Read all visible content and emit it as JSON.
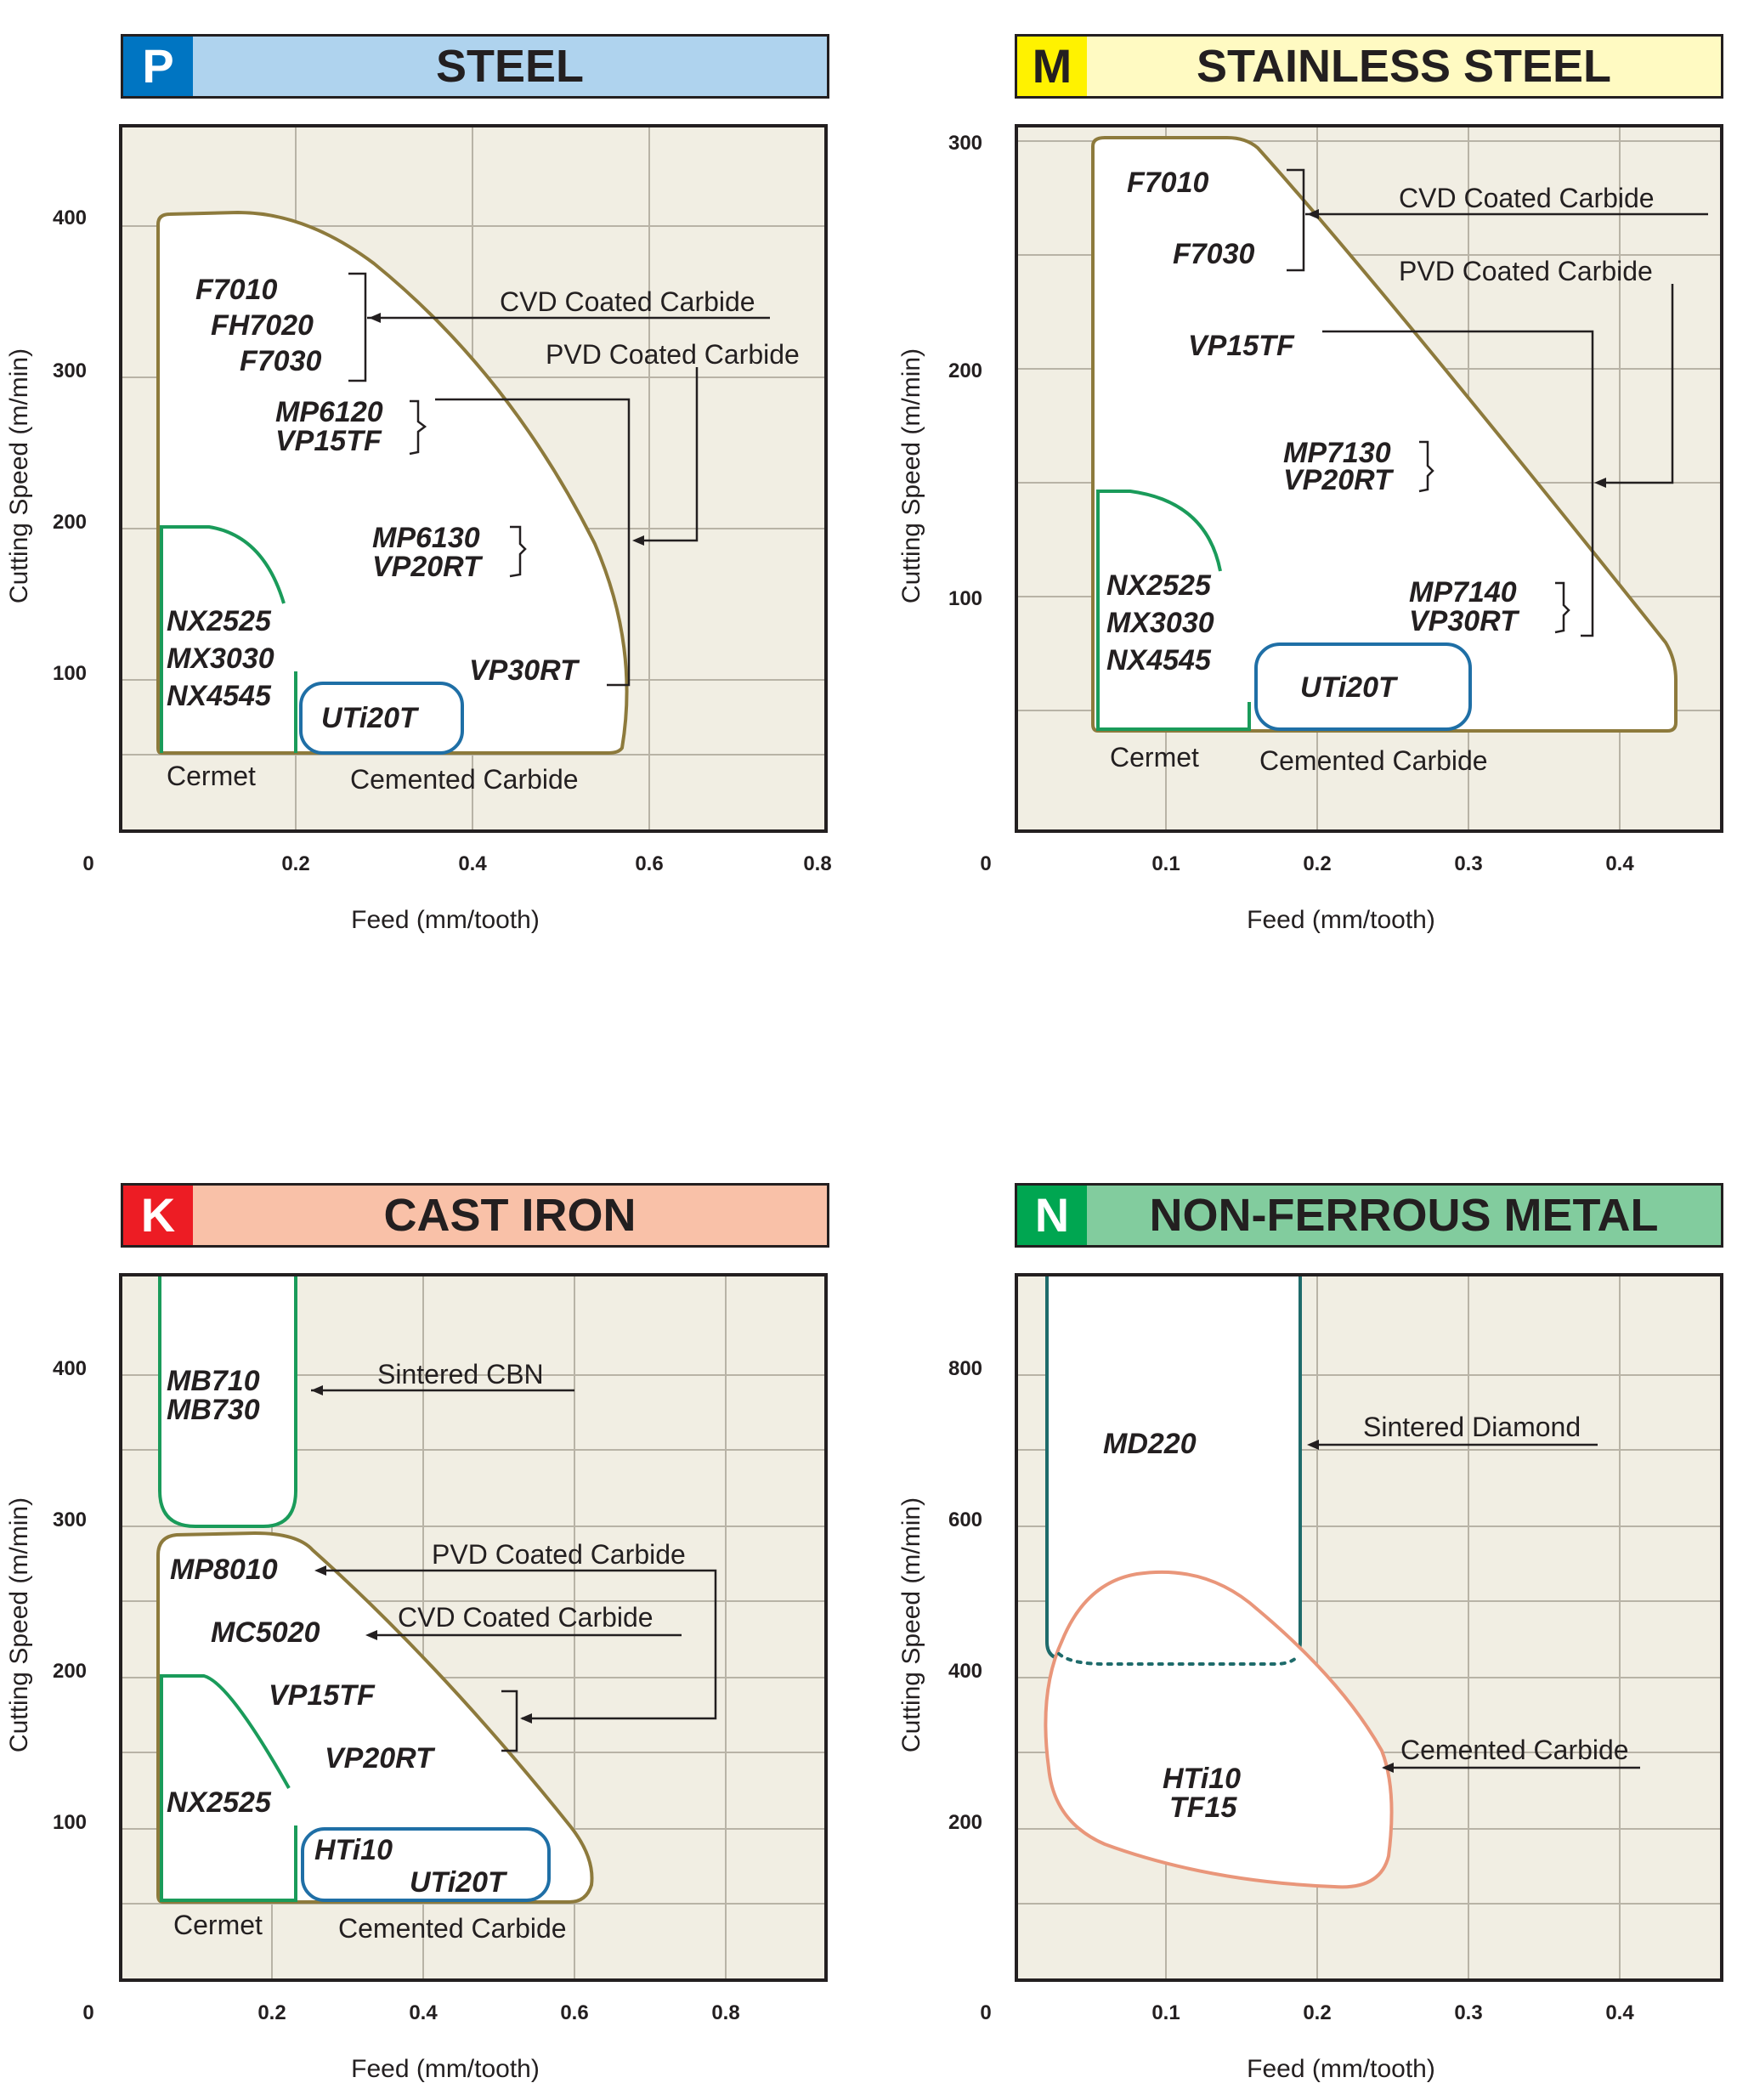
{
  "panels": [
    {
      "id": "steel",
      "letter": "P",
      "title": "STEEL",
      "colors": {
        "badge": "#0075c2",
        "letter_text": "#ffffff",
        "band": "#afd3ee"
      },
      "axes": {
        "ylabel": "Cutting Speed (m/min)",
        "xlabel": "Feed (mm/tooth)",
        "y_ticks": [
          "400",
          "300",
          "200",
          "100"
        ],
        "x_ticks": [
          "0",
          "0.2",
          "0.4",
          "0.6",
          "0.8"
        ]
      },
      "grades": [
        "F7010",
        "FH7020",
        "F7030",
        "MP6120",
        "VP15TF",
        "MP6130",
        "VP20RT",
        "VP30RT",
        "NX2525",
        "MX3030",
        "NX4545",
        "UTi20T"
      ],
      "labels": [
        "CVD Coated Carbide",
        "PVD Coated Carbide",
        "Cermet",
        "Cemented Carbide"
      ]
    },
    {
      "id": "stainless",
      "letter": "M",
      "title": "STAINLESS STEEL",
      "colors": {
        "badge": "#fff200",
        "letter_text": "#231f20",
        "band": "#fffac2"
      },
      "axes": {
        "ylabel": "Cutting Speed (m/min)",
        "xlabel": "Feed (mm/tooth)",
        "y_ticks": [
          "300",
          "200",
          "100"
        ],
        "x_ticks": [
          "0",
          "0.1",
          "0.2",
          "0.3",
          "0.4"
        ]
      },
      "grades": [
        "F7010",
        "F7030",
        "VP15TF",
        "MP7130",
        "VP20RT",
        "NX2525",
        "MX3030",
        "NX4545",
        "MP7140",
        "VP30RT",
        "UTi20T"
      ],
      "labels": [
        "CVD Coated Carbide",
        "PVD Coated Carbide",
        "Cermet",
        "Cemented Carbide"
      ]
    },
    {
      "id": "castiron",
      "letter": "K",
      "title": "CAST IRON",
      "colors": {
        "badge": "#ed1c24",
        "letter_text": "#ffffff",
        "band": "#f9c1a8"
      },
      "axes": {
        "ylabel": "Cutting Speed (m/min)",
        "xlabel": "Feed (mm/tooth)",
        "y_ticks": [
          "400",
          "300",
          "200",
          "100"
        ],
        "x_ticks": [
          "0",
          "0.2",
          "0.4",
          "0.6",
          "0.8"
        ]
      },
      "grades": [
        "MB710",
        "MB730",
        "MP8010",
        "MC5020",
        "VP15TF",
        "VP20RT",
        "NX2525",
        "HTi10",
        "UTi20T"
      ],
      "labels": [
        "Sintered CBN",
        "PVD Coated Carbide",
        "CVD Coated Carbide",
        "Cermet",
        "Cemented Carbide"
      ]
    },
    {
      "id": "nonferrous",
      "letter": "N",
      "title": "NON-FERROUS METAL",
      "colors": {
        "badge": "#00a651",
        "letter_text": "#ffffff",
        "band": "#82cc9e"
      },
      "axes": {
        "ylabel": "Cutting Speed (m/min)",
        "xlabel": "Feed (mm/tooth)",
        "y_ticks": [
          "800",
          "600",
          "400",
          "200"
        ],
        "x_ticks": [
          "0",
          "0.1",
          "0.2",
          "0.3",
          "0.4"
        ]
      },
      "grades": [
        "MD220",
        "HTi10",
        "TF15"
      ],
      "labels": [
        "Sintered Diamond",
        "Cemented Carbide"
      ]
    }
  ],
  "region_colors": {
    "coated": "#8d7a3c",
    "cermet": "#1a9b5a",
    "carbide": "#1f6fa6",
    "cbn": "#1a9b5a",
    "diamond": "#1e6b6b",
    "carbide_nf": "#e9967a"
  }
}
